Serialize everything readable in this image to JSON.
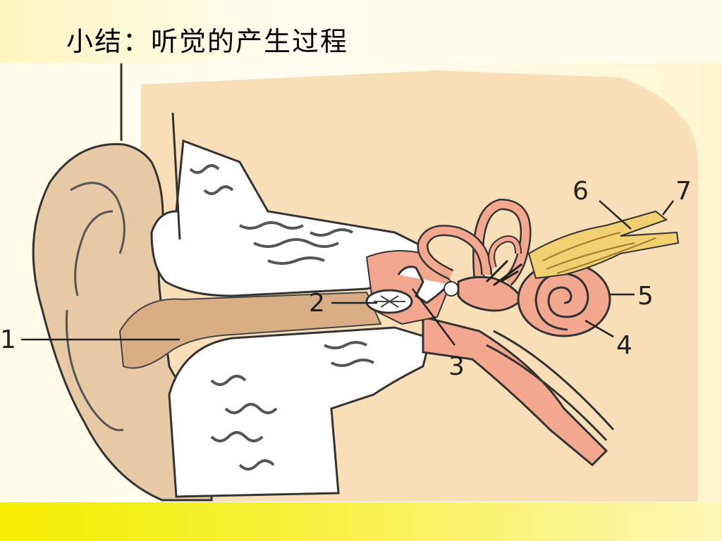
{
  "slide": {
    "title": "小结：听觉的产生过程"
  },
  "diagram": {
    "callouts": [
      {
        "id": "1",
        "text": "1"
      },
      {
        "id": "2",
        "text": "2"
      },
      {
        "id": "3",
        "text": "3"
      },
      {
        "id": "4",
        "text": "4"
      },
      {
        "id": "5",
        "text": "5"
      },
      {
        "id": "6",
        "text": "6"
      },
      {
        "id": "7",
        "text": "7"
      }
    ]
  },
  "colors": {
    "skin": "#e8c9a6",
    "skin_dark": "#d8ad84",
    "background_tissue": "#f8dfb8",
    "bone": "#ffffff",
    "inner_ear": "#f2a78e",
    "nerve": "#f0d070",
    "bottom_band": "#f3ee00"
  }
}
